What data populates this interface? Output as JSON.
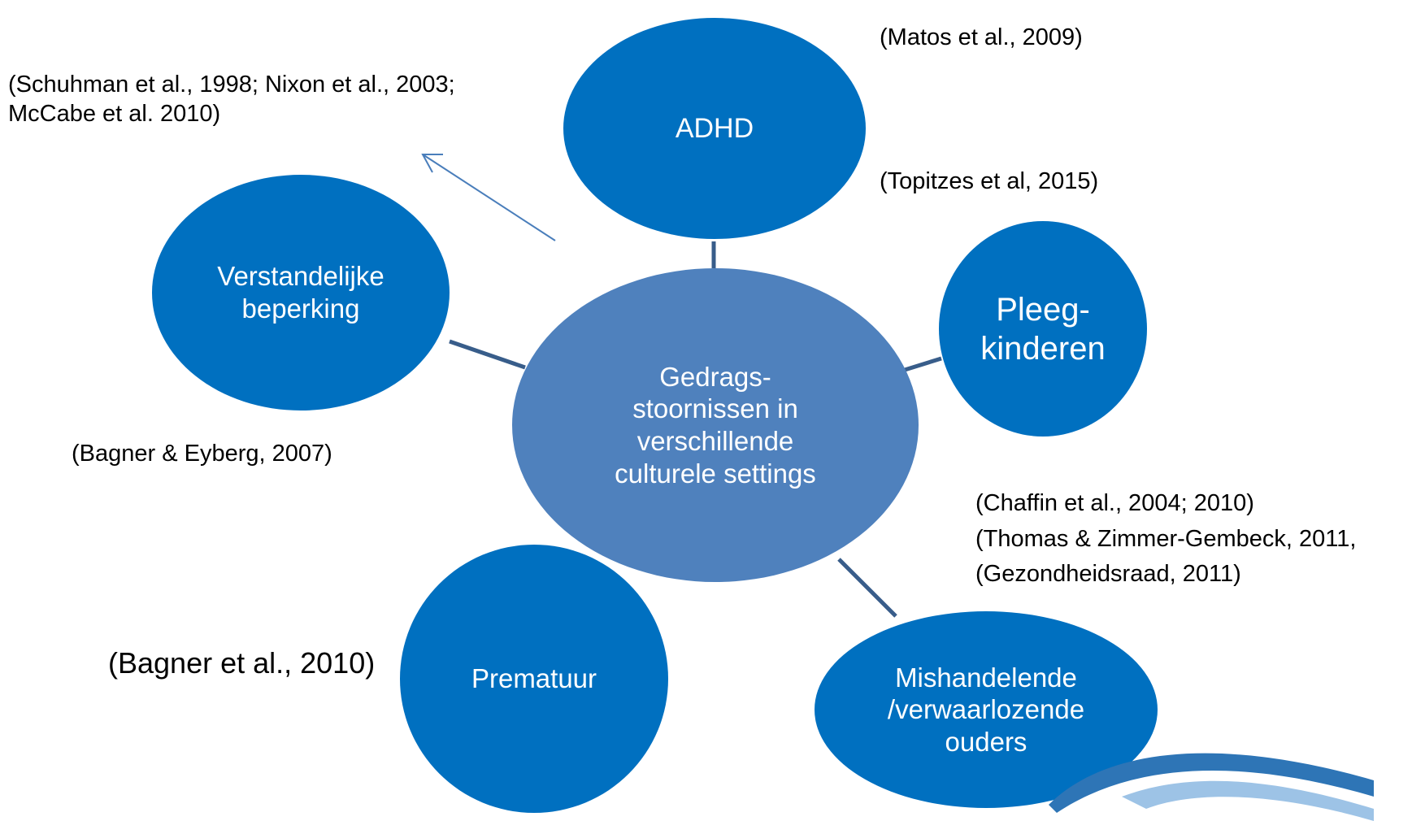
{
  "nodes": {
    "center": "Gedrags-\nstoornissen in\nverschillende\nculturele settings",
    "adhd": "ADHD",
    "verstandelijk": "Verstandelijke\nbeperking",
    "pleeg": "Pleeg-\nkinderen",
    "prematuur": "Prematuur",
    "mishandelend": "Mishandelende\n/verwaarlozende\nouders"
  },
  "references": {
    "adhd": "(Matos et al., 2009)",
    "verstandelijk_top": "(Schuhman et al., 1998; Nixon et al., 2003;\nMcCabe et al. 2010)",
    "verstandelijk_bottom": "(Bagner & Eyberg, 2007)",
    "pleeg": "(Topitzes et al, 2015)",
    "mishandelend": "(Chaffin et al., 2004; 2010)\n(Thomas & Zimmer-Gembeck, 2011,\n(Gezondheidsraad, 2011)",
    "prematuur": "(Bagner et al., 2010)"
  },
  "colors": {
    "node": "#0070c0",
    "center": "#4f81bd",
    "connector": "#385d8a",
    "arrow": "#4a7ebb"
  }
}
